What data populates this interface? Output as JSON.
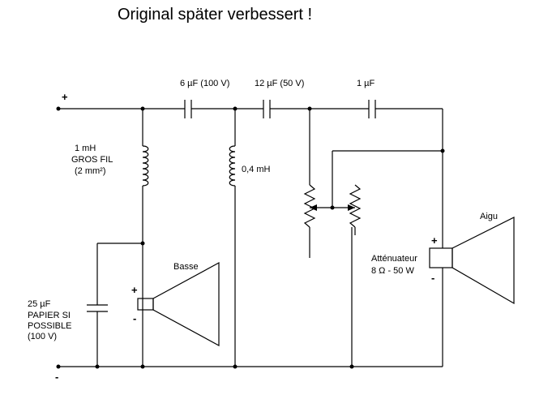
{
  "title": "Original später verbessert !",
  "terminals": {
    "positive": "+",
    "negative": "-"
  },
  "capacitors": {
    "c1": "6 µF (100 V)",
    "c2": "12 µF (50 V)",
    "c3": "1 µF",
    "c4": [
      "25 µF",
      "PAPIER  SI",
      "POSSIBLE",
      "(100 V)"
    ]
  },
  "inductors": {
    "l1": [
      "1 mH",
      "GROS FIL",
      "(2 mm²)"
    ],
    "l2": "0,4 mH"
  },
  "speakers": {
    "woofer": {
      "name": "Basse",
      "plus": "+",
      "minus": "-"
    },
    "tweeter": {
      "name": "Aigu",
      "plus": "+",
      "minus": "-"
    }
  },
  "attenuator": [
    "Atténuateur",
    "8 Ω - 50 W"
  ]
}
